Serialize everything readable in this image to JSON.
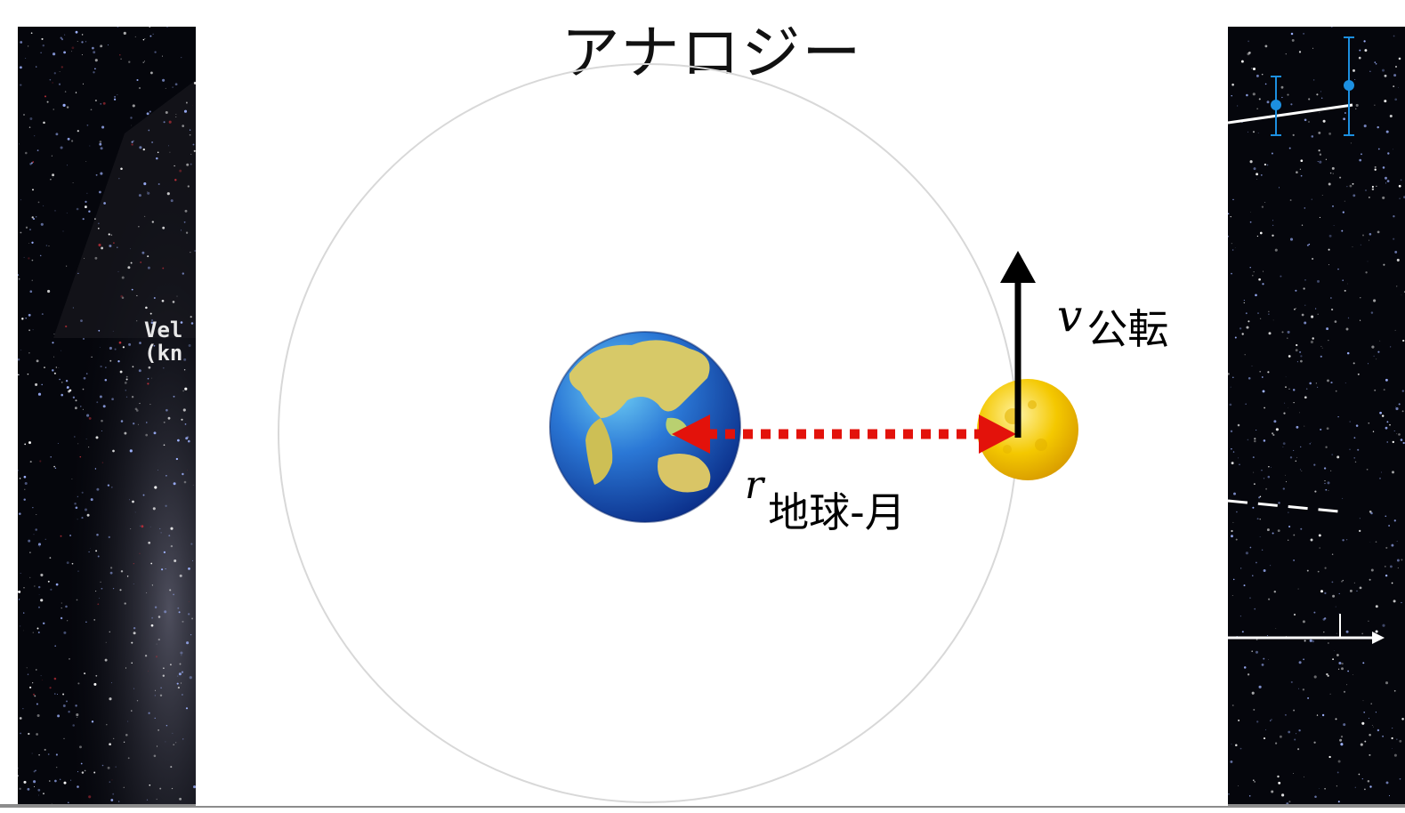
{
  "title": "アナロジー",
  "left_panel": {
    "cropped_label_line1": "Vel",
    "cropped_label_line2": "(kn"
  },
  "velocity_label": {
    "symbol": "v",
    "subscript": "公転"
  },
  "distance_label": {
    "symbol": "r",
    "subscript": "地球-月"
  },
  "colors": {
    "orbit": "#d8d8d8",
    "distance_arrow": "#e3120b",
    "velocity_arrow": "#000000",
    "earth_ocean": "#1f5fc8",
    "earth_land": "#d9c75a",
    "moon": "#f2c200",
    "chart_marker": "#1c8fe0"
  },
  "icons": [
    "earth-icon",
    "moon-icon",
    "velocity-arrow-icon",
    "distance-arrow-icon"
  ]
}
